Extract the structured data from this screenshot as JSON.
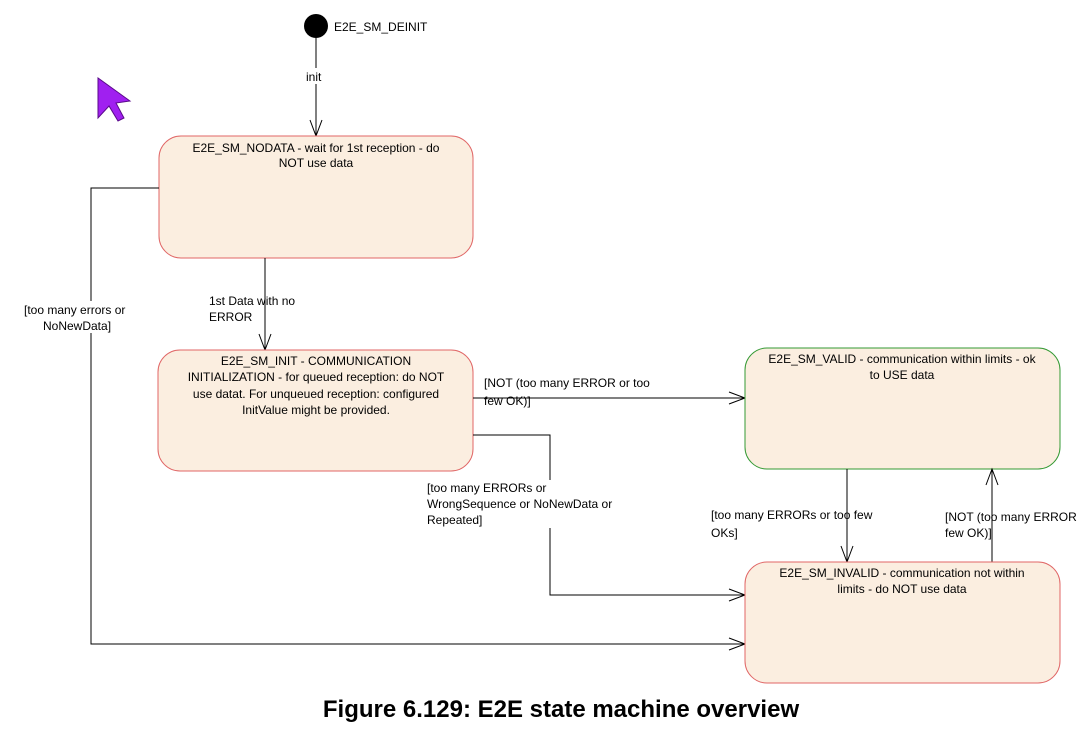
{
  "colors": {
    "state_fill": "#fbeee0",
    "state_border_red": "#e06666",
    "state_border_green": "#339933",
    "cursor": "#a020f0"
  },
  "initial_state": {
    "label": "E2E_SM_DEINIT"
  },
  "states": {
    "nodata": {
      "lines": [
        "E2E_SM_NODATA - wait for 1st reception - do",
        "NOT use data"
      ]
    },
    "init": {
      "lines": [
        "E2E_SM_INIT - COMMUNICATION",
        "INITIALIZATION - for queued reception: do NOT",
        "use datat. For unqueued reception: configured",
        "InitValue might be provided."
      ]
    },
    "valid": {
      "lines": [
        "E2E_SM_VALID - communication within limits - ok",
        "to USE data"
      ]
    },
    "invalid": {
      "lines": [
        "E2E_SM_INVALID - communication not within",
        "limits - do NOT use data"
      ]
    }
  },
  "transitions": {
    "deinit_to_nodata": {
      "lines": [
        "init"
      ]
    },
    "nodata_to_init": {
      "lines": [
        "1st Data with no",
        "ERROR"
      ]
    },
    "nodata_to_invalid": {
      "lines": [
        "[too many errors or",
        "NoNewData]"
      ]
    },
    "init_to_valid": {
      "lines": [
        "[NOT (too many ERROR or too",
        "few OK)]"
      ]
    },
    "init_to_invalid": {
      "lines": [
        "[too many ERRORs or",
        "WrongSequence or NoNewData or",
        "Repeated]"
      ]
    },
    "valid_to_invalid": {
      "lines": [
        "[too many ERRORs or too few",
        "OKs]"
      ]
    },
    "invalid_to_valid": {
      "lines": [
        "[NOT (too many ERROR",
        "few OK)]"
      ]
    }
  },
  "caption": "Figure 6.129: E2E state machine overview"
}
